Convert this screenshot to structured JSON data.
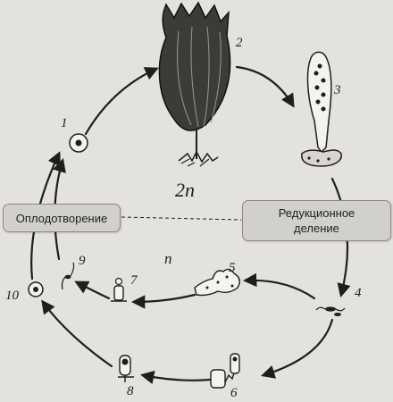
{
  "labels": {
    "fertilization": "Оплодотворение",
    "reduction_division_line1": "Редукционное",
    "reduction_division_line2": "деление",
    "diploid": "2n",
    "haploid": "n"
  },
  "stage_numbers": [
    "1",
    "2",
    "3",
    "4",
    "5",
    "6",
    "7",
    "8",
    "9",
    "10"
  ],
  "colors": {
    "background": "#e4e2dc",
    "box_fill": "#d2d0ca",
    "box_border": "#8a8880",
    "ink": "#1e1e1e"
  },
  "icons": [
    "zygote-icon",
    "sporophyte-icon",
    "sporangium-icon",
    "zoospore-icon",
    "gametophyte-icon",
    "gametangium-icon",
    "gamete-icon"
  ]
}
